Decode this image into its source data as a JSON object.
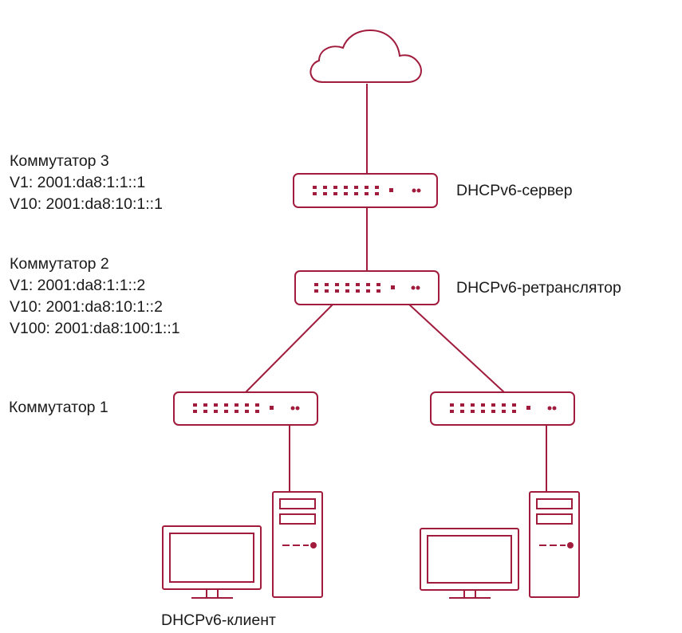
{
  "colors": {
    "accent": "#a01b3c",
    "text": "#1a1a1a",
    "background": "#ffffff"
  },
  "switch3": {
    "lines": [
      "Коммутатор 3",
      "V1: 2001:da8:1:1::1",
      "V10: 2001:da8:10:1::1"
    ],
    "role": "DHCPv6-сервер"
  },
  "switch2": {
    "lines": [
      "Коммутатор 2",
      "V1: 2001:da8:1:1::2",
      "V10: 2001:da8:10:1::2",
      "V100: 2001:da8:100:1::1"
    ],
    "role": "DHCPv6-ретранслятор"
  },
  "switch1": {
    "lines": [
      "Коммутатор 1"
    ]
  },
  "client": {
    "label": "DHCPv6-клиент"
  }
}
